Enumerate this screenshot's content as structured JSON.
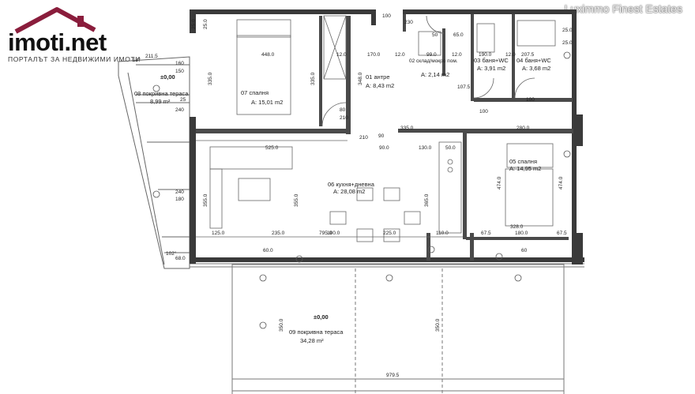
{
  "logo": {
    "name": "imoti.net",
    "tagline": "ПОРТАЛЪТ ЗА НЕДВИЖИМИ ИМОТИ",
    "roof_color": "#8a1d3c"
  },
  "watermark": "Luximmo Finest Estates",
  "colors": {
    "wall": "#3a3a3a",
    "line": "#555555",
    "dim": "#444444"
  },
  "rooms": {
    "bedroom1": {
      "code": "07",
      "name": "спалня",
      "area": "A: 15,01 m2"
    },
    "hall": {
      "code": "01",
      "name": "антре",
      "area": "A: 8,43 m2"
    },
    "storage": {
      "code": "02",
      "name": "склад/мокро\nпом.",
      "area": "A: 2,14 m2"
    },
    "bath1": {
      "code": "03",
      "name": "баня+WC",
      "area": "A: 3,91 m2"
    },
    "bath2": {
      "code": "04",
      "name": "баня+WC",
      "area": "A: 3,68 m2"
    },
    "terrace_small": {
      "code": "08",
      "name": "покривна тераса",
      "area": "8,99 m²",
      "level": "±0,00"
    },
    "living": {
      "code": "06",
      "name": "кухня+дневна",
      "area": "A: 28,08 m2"
    },
    "bedroom2": {
      "code": "05",
      "name": "спалня",
      "area": "A: 14,95 m2"
    },
    "terrace_big": {
      "code": "09",
      "name": "покривна тераса",
      "area": "34,28 m²",
      "level": "±0,00"
    }
  },
  "dimensions": {
    "top": [
      "25.0",
      "25.0",
      "448.0",
      "12.0",
      "170.0",
      "12.0",
      "99.0",
      "12.0",
      "190.0",
      "12.0",
      "207.5",
      "25.0",
      "25.0"
    ],
    "mid": [
      "525.0",
      "90.0",
      "335.0",
      "130.0",
      "50.0",
      "280.0"
    ],
    "bottom": [
      "125.0",
      "235.0",
      "100.0",
      "225.0",
      "110.0",
      "67.5",
      "180.0",
      "67.5"
    ],
    "terrace_left": [
      "211.5",
      "160",
      "150",
      "25",
      "240",
      "240",
      "180"
    ],
    "vertical": [
      "335.0",
      "335.0",
      "348.0",
      "355.0",
      "355.0",
      "474.0",
      "474.0",
      "350.0",
      "350.0",
      "365.0"
    ],
    "terrace_width": "979.5",
    "angles": [
      "18°",
      "102°"
    ],
    "misc": [
      "795.0",
      "328.0",
      "68.0",
      "60.0",
      "80",
      "210",
      "90",
      "210",
      "100",
      "107.5",
      "230",
      "50",
      "100",
      "65.0",
      "100",
      "60"
    ]
  }
}
